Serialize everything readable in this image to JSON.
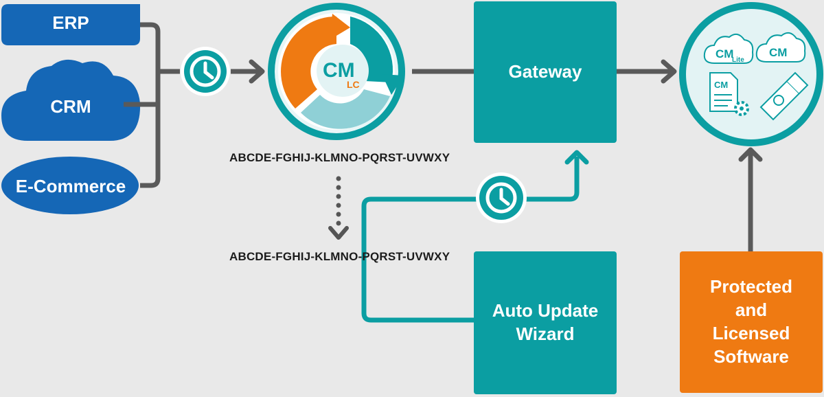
{
  "sources": {
    "erp": "ERP",
    "crm": "CRM",
    "ecommerce": "E-Commerce"
  },
  "license_center": {
    "logo_main": "CM",
    "logo_sub": "LC"
  },
  "keys": {
    "key_top": "ABCDE-FGHIJ-KLMNO-PQRST-UVWXY",
    "key_bottom": "ABCDE-FGHIJ-KLMNO-PQRST-UVWXY"
  },
  "gateway": {
    "label": "Gateway"
  },
  "wizard": {
    "line1": "Auto Update",
    "line2": "Wizard"
  },
  "software": {
    "line1": "Protected",
    "line2": "and",
    "line3": "Licensed",
    "line4": "Software"
  },
  "products": {
    "cm_lite_main": "CM",
    "cm_lite_sub": "Lite",
    "cm_cloud": "CM",
    "cm_act": "CM"
  },
  "colors": {
    "teal": "#0b9ea2",
    "blue": "#1567b6",
    "orange": "#ef7a12",
    "connector_gray": "#555555",
    "light_teal": "#8fd0d6"
  },
  "icons": [
    "clock-icon",
    "clock-icon",
    "cloud-icon",
    "document-gear-icon",
    "usb-dongle-icon"
  ]
}
